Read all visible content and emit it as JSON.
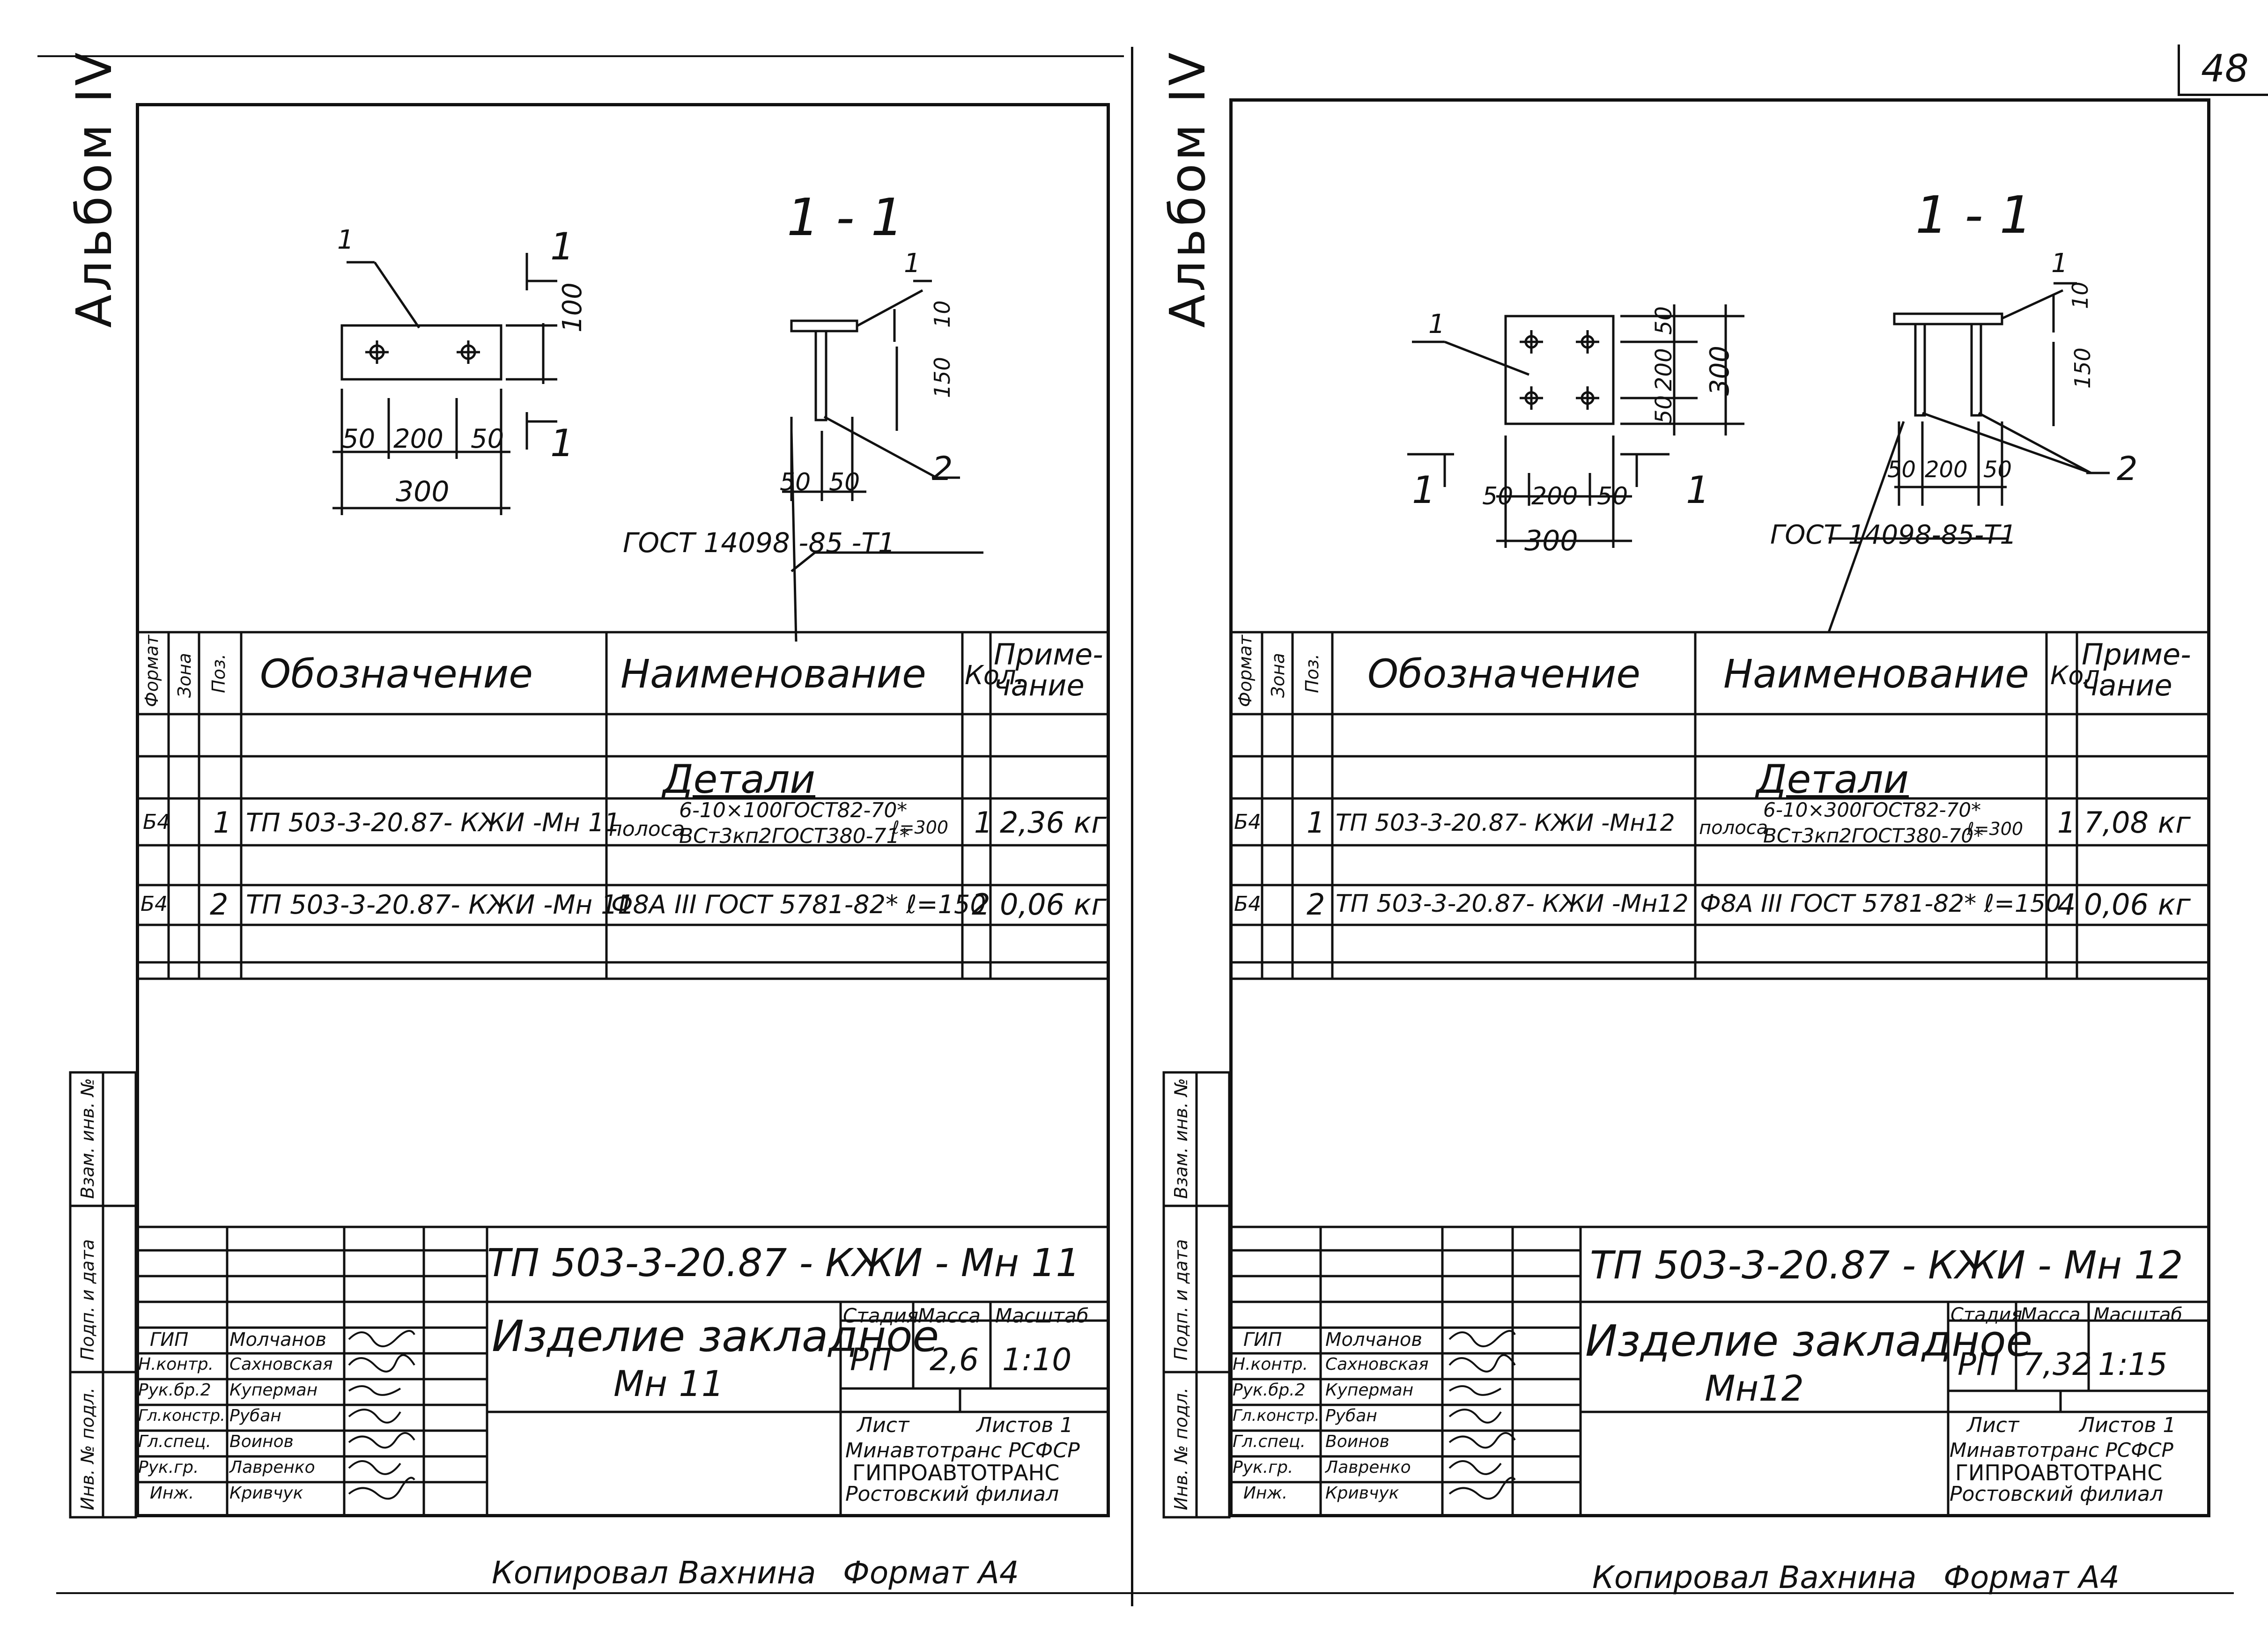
{
  "page_number": "48",
  "sheets": [
    {
      "album_label": "Альбом IV",
      "section_label": "1 - 1",
      "plan": {
        "callout_pos": "1",
        "section_mark": "1",
        "dims": {
          "a": "50",
          "b": "200",
          "c": "50",
          "total": "300",
          "height": "100"
        }
      },
      "section_view": {
        "callout_1": "1",
        "callout_2": "2",
        "dim_thk": "10",
        "dim_len": "150",
        "dim_b1": "50",
        "dim_b2": "50",
        "gost": "ГОСТ 14098 -85 -Т1"
      },
      "spec_table": {
        "headers": {
          "format": "Формат",
          "zone": "Зона",
          "pos": "Поз.",
          "designation": "Обозначение",
          "name": "Наименование",
          "qty": "Кол.",
          "note": "Приме-чание"
        },
        "group_title": "Детали",
        "rows": [
          {
            "format": "Б4",
            "pos": "1",
            "designation": "ТП 503-3-20.87- КЖИ -Мн 11",
            "name_prefix": "полоса",
            "name_top": "6-10×100ГОСТ82-70*",
            "name_bottom": "ВСт3кп2ГОСТ380-71*",
            "name_suffix": "ℓ=300",
            "qty": "1",
            "note": "2,36 кг"
          },
          {
            "format": "Б4",
            "pos": "2",
            "designation": "ТП 503-3-20.87- КЖИ -Мн 11",
            "name": "Ф8А III ГОСТ 5781-82* ℓ=150",
            "qty": "2",
            "note": "0,06 кг"
          }
        ]
      },
      "title_block": {
        "code": "ТП   503-3-20.87 - КЖИ - Мн 11",
        "title_line1": "Изделие закладное",
        "title_line2": "Мн 11",
        "stage_label": "Стадия",
        "mass_label": "Масса",
        "scale_label": "Масштаб",
        "stage": "РП",
        "mass": "2,6",
        "scale": "1:10",
        "sheet_label": "Лист",
        "sheets_label": "Листов 1",
        "org_line1": "Минавтотранс РСФСР",
        "org_line2": "ГИПРОАВТОТРАНС",
        "org_line3": "Ростовский филиал",
        "staff": [
          {
            "role": "ГИП",
            "name": "Молчанов"
          },
          {
            "role": "Н.контр.",
            "name": "Сахновская"
          },
          {
            "role": "Рук.бр.2",
            "name": "Куперман"
          },
          {
            "role": "Гл.констр.",
            "name": "Рубан"
          },
          {
            "role": "Гл.спец.",
            "name": "Воинов"
          },
          {
            "role": "Рук.гр.",
            "name": "Лавренко"
          },
          {
            "role": "Инж.",
            "name": "Кривчук"
          }
        ],
        "side_stamps": [
          "Взам. инв. №",
          "Подп. и дата",
          "Инв. № подл."
        ]
      },
      "footer_copied": "Копировал Вахнина",
      "footer_format": "Формат А4"
    },
    {
      "album_label": "Альбом IV",
      "section_label": "1 - 1",
      "plan": {
        "callout_pos": "1",
        "section_mark": "1",
        "dims": {
          "a": "50",
          "b": "200",
          "c": "50",
          "total": "300",
          "v1": "50",
          "v2": "200",
          "v3": "50",
          "vtotal": "300"
        }
      },
      "section_view": {
        "callout_1": "1",
        "callout_2": "2",
        "dim_thk": "10",
        "dim_len": "150",
        "dim_b1": "50",
        "dim_b2": "200",
        "dim_b3": "50",
        "gost": "ГОСТ 14098-85-Т1"
      },
      "spec_table": {
        "headers": {
          "format": "Формат",
          "zone": "Зона",
          "pos": "Поз.",
          "designation": "Обозначение",
          "name": "Наименование",
          "qty": "Кол.",
          "note": "Приме-чание"
        },
        "group_title": "Детали",
        "rows": [
          {
            "format": "Б4",
            "pos": "1",
            "designation": "ТП 503-3-20.87- КЖИ -Мн12",
            "name_prefix": "полоса",
            "name_top": "6-10×300ГОСТ82-70*",
            "name_bottom": "ВСт3кп2ГОСТ380-70*",
            "name_suffix": "ℓ=300",
            "qty": "1",
            "note": "7,08 кг"
          },
          {
            "format": "Б4",
            "pos": "2",
            "designation": "ТП 503-3-20.87- КЖИ -Мн12",
            "name": "Ф8А III ГОСТ 5781-82* ℓ=150",
            "qty": "4",
            "note": "0,06 кг"
          }
        ]
      },
      "title_block": {
        "code": "ТП   503-3-20.87 - КЖИ - Мн 12",
        "title_line1": "Изделие закладное",
        "title_line2": "Мн12",
        "stage_label": "Стадия",
        "mass_label": "Масса",
        "scale_label": "Масштаб",
        "stage": "РП",
        "mass": "7,32",
        "scale": "1:15",
        "sheet_label": "Лист",
        "sheets_label": "Листов 1",
        "org_line1": "Минавтотранс РСФСР",
        "org_line2": "ГИПРОАВТОТРАНС",
        "org_line3": "Ростовский филиал",
        "staff": [
          {
            "role": "ГИП",
            "name": "Молчанов"
          },
          {
            "role": "Н.контр.",
            "name": "Сахновская"
          },
          {
            "role": "Рук.бр.2",
            "name": "Куперман"
          },
          {
            "role": "Гл.констр.",
            "name": "Рубан"
          },
          {
            "role": "Гл.спец.",
            "name": "Воинов"
          },
          {
            "role": "Рук.гр.",
            "name": "Лавренко"
          },
          {
            "role": "Инж.",
            "name": "Кривчук"
          }
        ],
        "side_stamps": [
          "Взам. инв. №",
          "Подп. и дата",
          "Инв. № подл."
        ]
      },
      "footer_copied": "Копировал Вахнина",
      "footer_format": "Формат А4"
    }
  ]
}
